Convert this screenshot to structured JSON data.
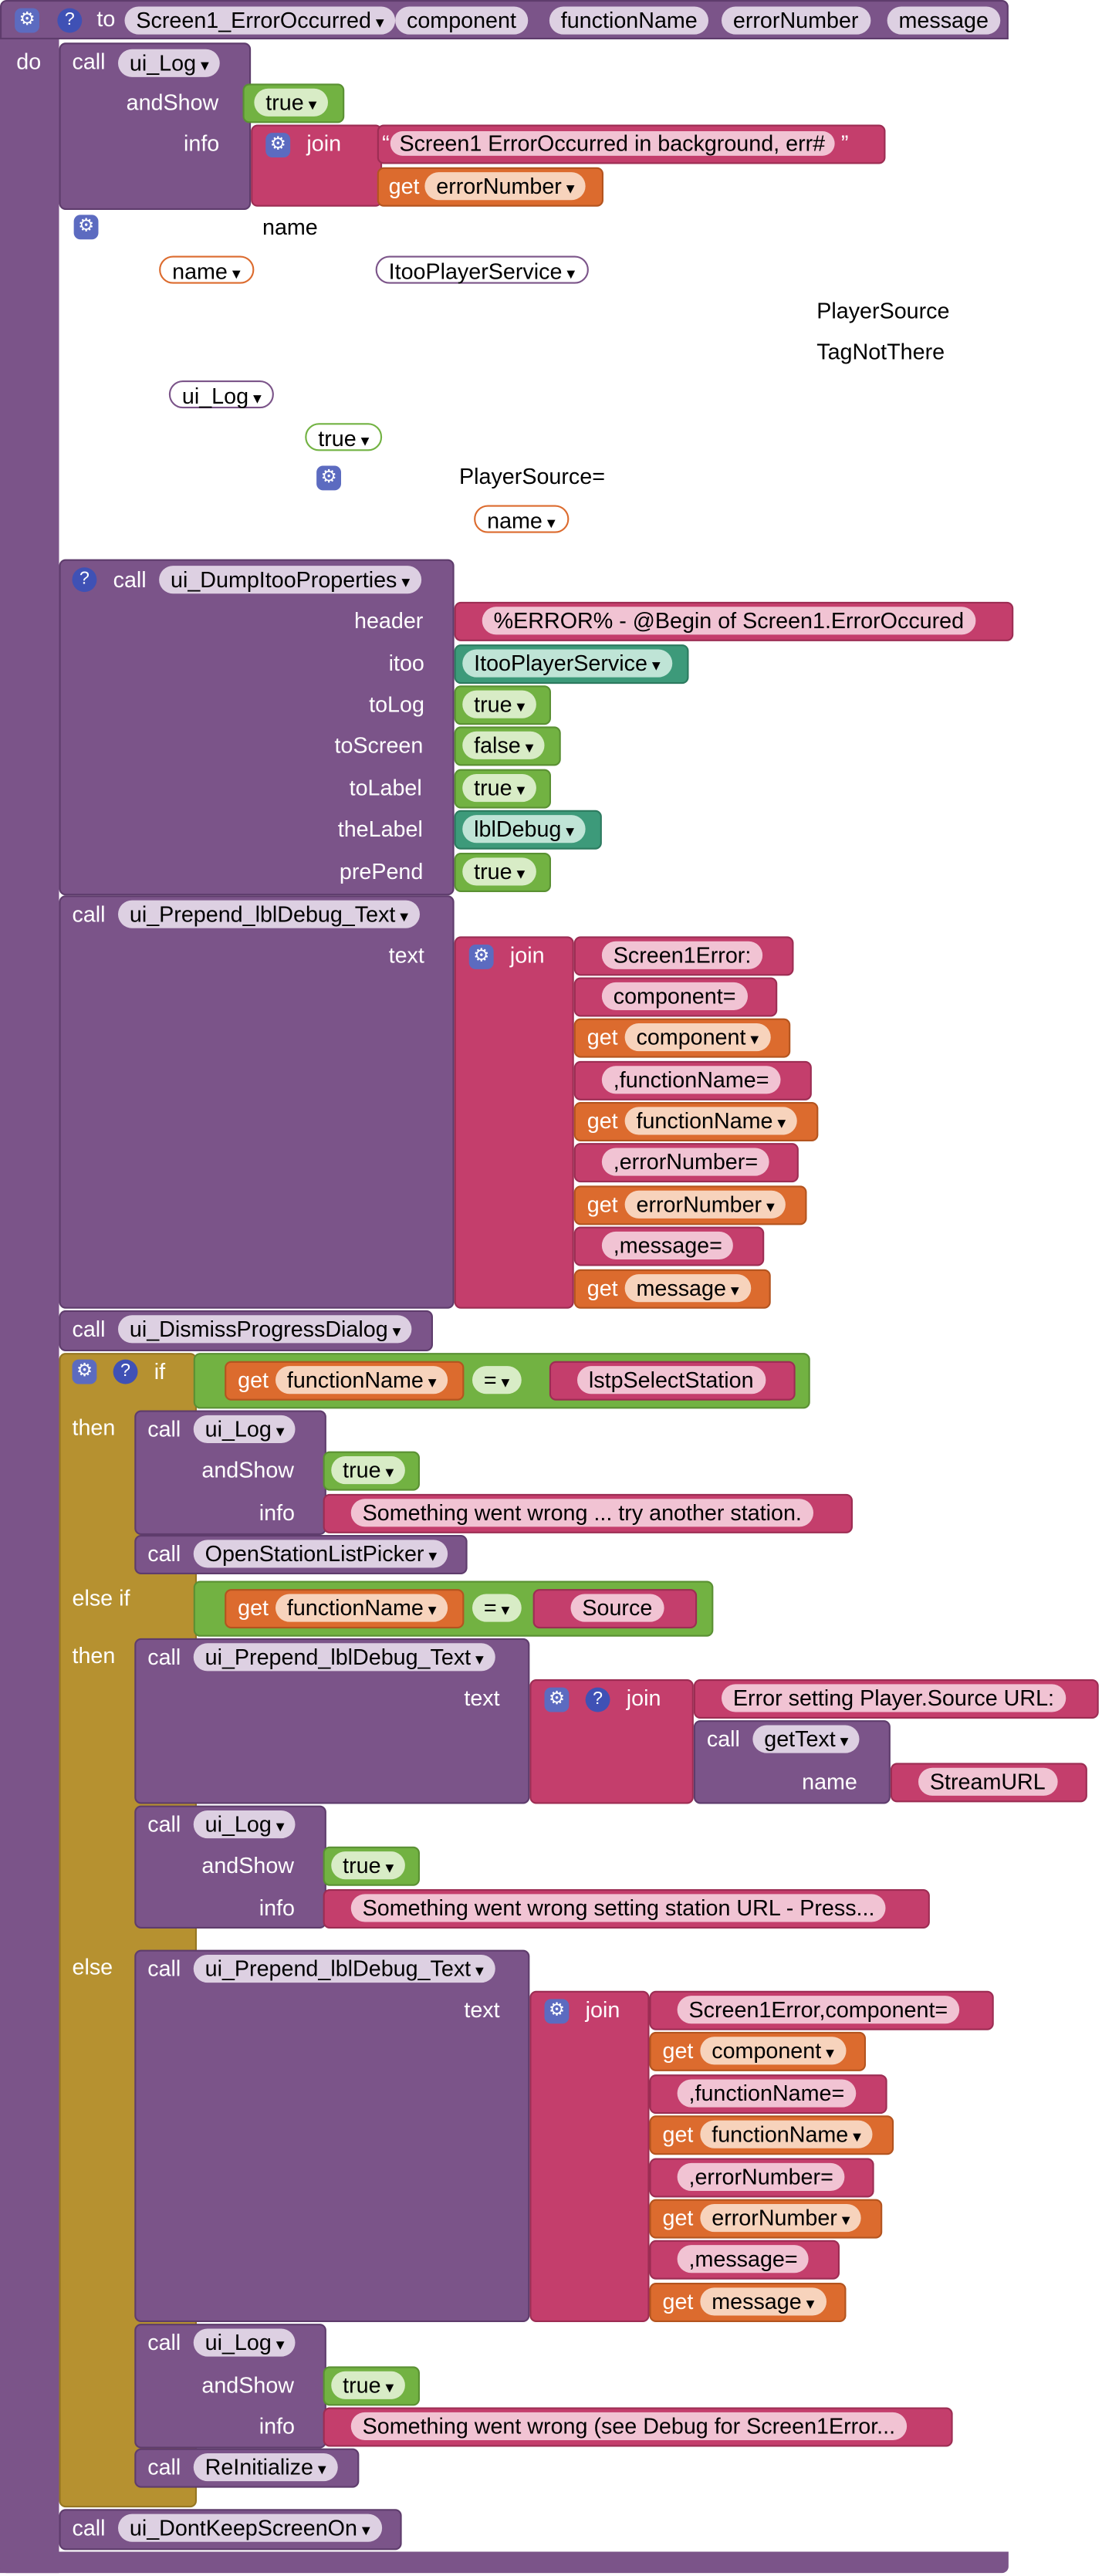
{
  "header": {
    "to": "to",
    "proc": "Screen1_ErrorOccurred",
    "params": [
      "component",
      "functionName",
      "errorNumber",
      "message"
    ],
    "do": "do"
  },
  "log1": {
    "call": "call",
    "name": "ui_Log",
    "andShow": "andShow",
    "info": "info",
    "t": "true",
    "join": "join",
    "str": "Screen1 ErrorOccurred in background, err#",
    "get": "get",
    "var": "errorNumber"
  },
  "ghost": {
    "name_lbl": "name",
    "name_dd": "name",
    "service": "ItooPlayerService",
    "ps": "PlayerSource",
    "tnt": "TagNotThere",
    "log": "ui_Log",
    "t": "true",
    "ps_eq": "PlayerSource=",
    "name2": "name"
  },
  "dump": {
    "call": "call",
    "name": "ui_DumpItooProperties",
    "header": "header",
    "header_str": "%ERROR% - @Begin of Screen1.ErrorOccured",
    "itoo": "itoo",
    "itoo_val": "ItooPlayerService",
    "toLog": "toLog",
    "toLog_v": "true",
    "toScreen": "toScreen",
    "toScreen_v": "false",
    "toLabel": "toLabel",
    "toLabel_v": "true",
    "theLabel": "theLabel",
    "theLabel_v": "lblDebug",
    "prePend": "prePend",
    "prePend_v": "true"
  },
  "prep1": {
    "call": "call",
    "name": "ui_Prepend_lblDebug_Text",
    "text": "text",
    "join": "join",
    "items": [
      "Screen1Error:",
      "component=",
      "component",
      ",functionName=",
      "functionName",
      ",errorNumber=",
      "errorNumber",
      ",message=",
      "message"
    ],
    "get": "get"
  },
  "dismiss": {
    "call": "call",
    "name": "ui_DismissProgressDialog"
  },
  "ifb": {
    "if": "if",
    "then": "then",
    "elseif": "else if",
    "else": "else",
    "get": "get",
    "fn": "functionName",
    "eq": "=",
    "str1": "lstpSelectStation",
    "str2": "Source"
  },
  "b1": {
    "call": "call",
    "log": "ui_Log",
    "andShow": "andShow",
    "t": "true",
    "info": "info",
    "msg": "Something went wrong ... try another station.",
    "open": "OpenStationListPicker"
  },
  "b2": {
    "call": "call",
    "prep": "ui_Prepend_lblDebug_Text",
    "text": "text",
    "join": "join",
    "str": "Error setting Player.Source URL:",
    "getText": "getText",
    "name": "name",
    "url": "StreamURL",
    "log": "ui_Log",
    "andShow": "andShow",
    "t": "true",
    "info": "info",
    "msg": "Something went wrong setting station URL - Press..."
  },
  "b3": {
    "call": "call",
    "prep": "ui_Prepend_lblDebug_Text",
    "text": "text",
    "join": "join",
    "items": [
      "Screen1Error,component=",
      "component",
      ",functionName=",
      "functionName",
      ",errorNumber=",
      "errorNumber",
      ",message=",
      "message"
    ],
    "get": "get",
    "log": "ui_Log",
    "andShow": "andShow",
    "t": "true",
    "info": "info",
    "msg": "Something went wrong (see Debug for Screen1Error...",
    "reinit": "ReInitialize"
  },
  "last": {
    "call": "call",
    "name": "ui_DontKeepScreenOn"
  },
  "colors": {
    "procedure": "#7b5489",
    "text": "#c43e6c",
    "logic": "#72b242",
    "variable": "#dc6b2e",
    "component": "#3d9a7a",
    "control": "#b69130"
  },
  "icons": [
    "gear-icon",
    "help-icon",
    "dropdown-arrow-icon"
  ]
}
